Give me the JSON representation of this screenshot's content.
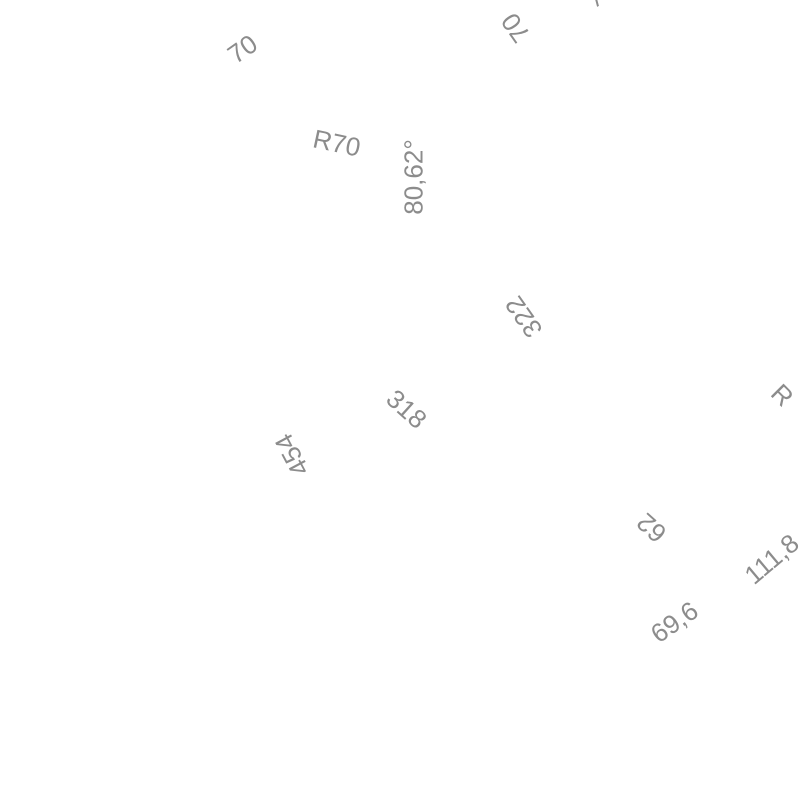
{
  "drawing": {
    "text_color": "#8c8c8c",
    "background": "#ffffff",
    "dimensions": [
      {
        "id": "dim-1",
        "text": "70"
      },
      {
        "id": "dim-2",
        "text": "70"
      },
      {
        "id": "dim-3",
        "text": "/"
      },
      {
        "id": "dim-4",
        "text": "R70"
      },
      {
        "id": "dim-5",
        "text": "80,62°"
      },
      {
        "id": "dim-6",
        "text": "322"
      },
      {
        "id": "dim-7",
        "text": "318"
      },
      {
        "id": "dim-8",
        "text": "454"
      },
      {
        "id": "dim-9",
        "text": "R"
      },
      {
        "id": "dim-10",
        "text": "62"
      },
      {
        "id": "dim-11",
        "text": "111,8"
      },
      {
        "id": "dim-12",
        "text": "69,6"
      }
    ]
  }
}
